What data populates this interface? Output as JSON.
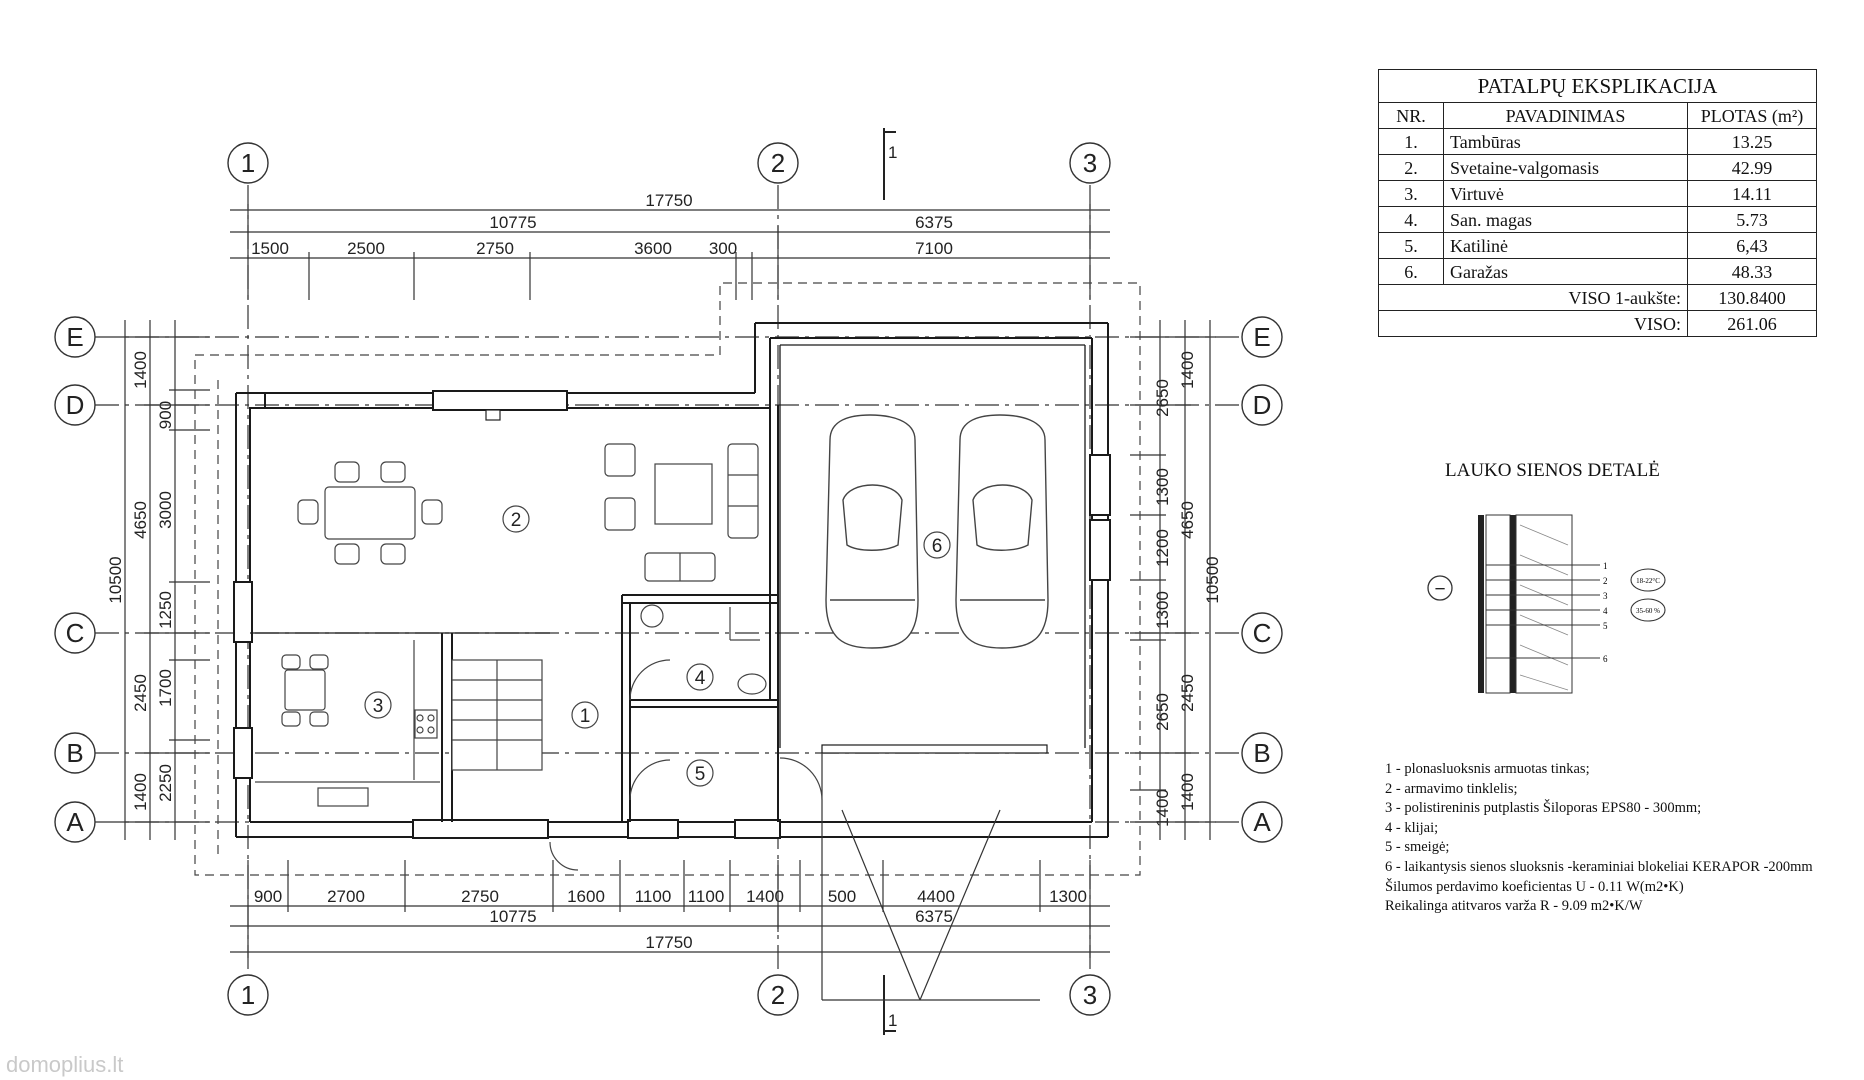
{
  "explication": {
    "title": "PATALPŲ EKSPLIKACIJA",
    "headers": {
      "nr": "NR.",
      "name": "PAVADINIMAS",
      "area": "PLOTAS (m²)"
    },
    "rows": [
      {
        "nr": "1.",
        "name": "Tambūras",
        "area": "13.25"
      },
      {
        "nr": "2.",
        "name": "Svetaine-valgomasis",
        "area": "42.99"
      },
      {
        "nr": "3.",
        "name": "Virtuvė",
        "area": "14.11"
      },
      {
        "nr": "4.",
        "name": "San. magas",
        "area": "5.73"
      },
      {
        "nr": "5.",
        "name": "Katilinė",
        "area": "6,43"
      },
      {
        "nr": "6.",
        "name": "Garažas",
        "area": "48.33"
      }
    ],
    "total_floor_label": "VISO 1-aukšte:",
    "total_floor_value": "130.8400",
    "total_label": "VISO:",
    "total_value": "261.06"
  },
  "detail": {
    "title": "LAUKO SIENOS DETALĖ",
    "temp_label": "18-22°C",
    "humidity_label": "35-60 %",
    "outside_symbol": "−",
    "layer_numbers": [
      "1",
      "2",
      "3",
      "4",
      "5",
      "6"
    ]
  },
  "notes": [
    "1 - plonasluoksnis armuotas tinkas;",
    "2 - armavimo tinklelis;",
    "3 - polistireninis putplastis Šiloporas EPS80 - 300mm;",
    "4 - klijai;",
    "5 - smeigė;",
    "6 - laikantysis sienos sluoksnis -keraminiai blokeliai KERAPOR -200mm",
    "Šilumos perdavimo koeficientas U - 0.11 W(m2•K)",
    "Reikalinga atitvaros varža R - 9.09 m2•K/W"
  ],
  "axes": {
    "columns": [
      "1",
      "2",
      "3"
    ],
    "rows": [
      "E",
      "D",
      "C",
      "B",
      "A"
    ]
  },
  "section_mark": "1",
  "rooms": [
    "1",
    "2",
    "3",
    "4",
    "5",
    "6"
  ],
  "dims": {
    "top_total": "17750",
    "top_mid": [
      "10775",
      "6375"
    ],
    "top_parts": [
      "1500",
      "2500",
      "2750",
      "3600",
      "300",
      "7100"
    ],
    "bottom_parts": [
      "900",
      "2700",
      "2750",
      "1600",
      "1100",
      "1100",
      "1400",
      "500",
      "4400",
      "1300"
    ],
    "bottom_mid": [
      "10775",
      "6375"
    ],
    "bottom_total": "17750",
    "left_outer": "10500",
    "left_mid": [
      "4650",
      "2450"
    ],
    "left_inner": [
      "1400",
      "900",
      "3000",
      "1250",
      "1700",
      "2250",
      "1400"
    ],
    "right_inner": [
      "2650",
      "1300",
      "1200",
      "1300",
      "2650",
      "1400"
    ],
    "right_mid": [
      "1400",
      "4650",
      "2450",
      "1400"
    ],
    "right_outer": "10500"
  },
  "watermark": "domoplius.lt"
}
